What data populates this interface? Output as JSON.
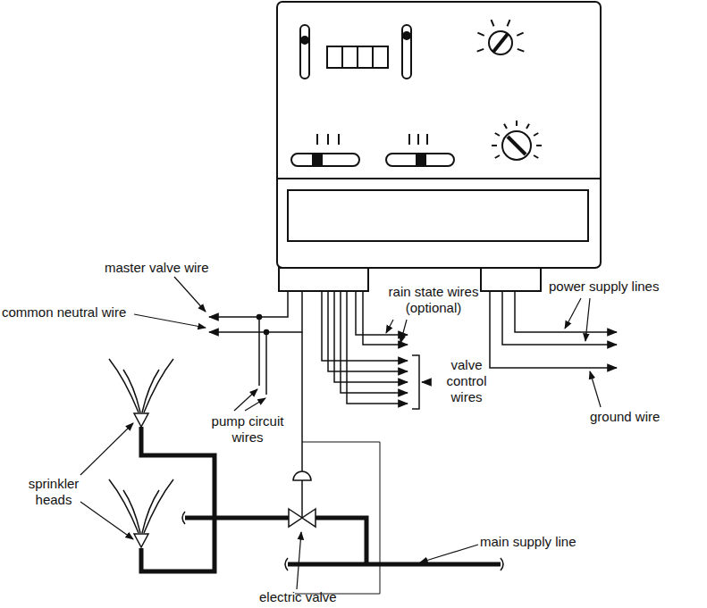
{
  "diagram": {
    "labels": [
      "master valve wire",
      "common neutral wire",
      "rain state wires (optional)",
      "power supply lines",
      "valve control wires",
      "pump circuit wires",
      "ground wire",
      "sprinkler heads",
      "main supply line",
      "electric valve"
    ]
  }
}
